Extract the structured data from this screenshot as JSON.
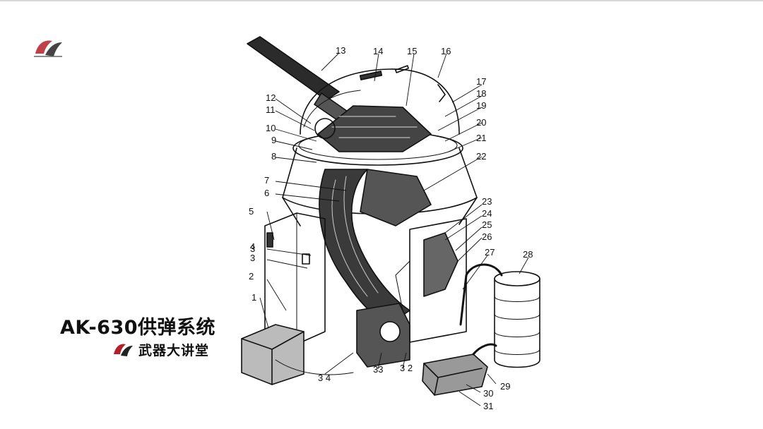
{
  "title": "AK-630供弹系统",
  "brand": {
    "name": "武器大讲堂"
  },
  "callouts": [
    "1",
    "2",
    "3",
    "3",
    "4",
    "5",
    "6",
    "7",
    "8",
    "9",
    "10",
    "11",
    "12",
    "13",
    "14",
    "15",
    "16",
    "17",
    "18",
    "19",
    "20",
    "21",
    "22",
    "23",
    "24",
    "25",
    "26",
    "27",
    "28",
    "29",
    "30",
    "31",
    "3 2",
    "33",
    "3 4"
  ],
  "colors": {
    "ink": "#111111",
    "logo_red": "#b3202a",
    "background": "#ffffff"
  }
}
